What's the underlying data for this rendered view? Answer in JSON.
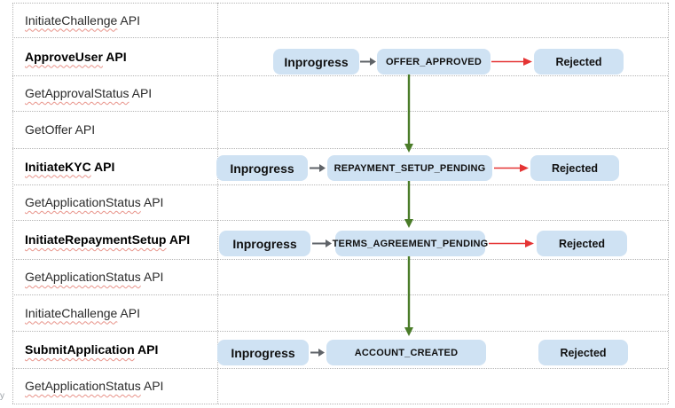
{
  "corner_text": "y",
  "colors": {
    "box_fill": "#cfe2f3",
    "reject_arrow_red": "#e53434",
    "flow_arrow_green": "#4a7c28",
    "transition_arrow_gray": "#5f6368",
    "grid_dotted_gray": "#b5b5b5",
    "spellcheck_squiggle": "#e8938a",
    "text_black": "#111111"
  },
  "api_rows": [
    {
      "word": "InitiateChallenge",
      "suffix": " API"
    },
    {
      "word": "ApproveUser",
      "suffix": " API"
    },
    {
      "word": "GetApprovalStatus",
      "suffix": " API"
    },
    {
      "word": "GetOffer",
      "suffix": " API"
    },
    {
      "word": "InitiateKYC",
      "suffix": " API"
    },
    {
      "word": "GetApplicationStatus",
      "suffix": " API"
    },
    {
      "word": "InitiateRepaymentSetup",
      "suffix": " API"
    },
    {
      "word": "GetApplicationStatus",
      "suffix": " API"
    },
    {
      "word": "InitiateChallenge",
      "suffix": " API"
    },
    {
      "word": "SubmitApplication",
      "suffix": " API"
    },
    {
      "word": "GetApplicationStatus",
      "suffix": " API"
    }
  ],
  "flows": [
    {
      "inprogress": "Inprogress",
      "state": "OFFER_APPROVED",
      "rejected": "Rejected"
    },
    {
      "inprogress": "Inprogress",
      "state": "REPAYMENT_SETUP_PENDING",
      "rejected": "Rejected"
    },
    {
      "inprogress": "Inprogress",
      "state": "TERMS_AGREEMENT_PENDING",
      "rejected": "Rejected"
    },
    {
      "inprogress": "Inprogress",
      "state": "ACCOUNT_CREATED",
      "rejected": "Rejected"
    }
  ]
}
